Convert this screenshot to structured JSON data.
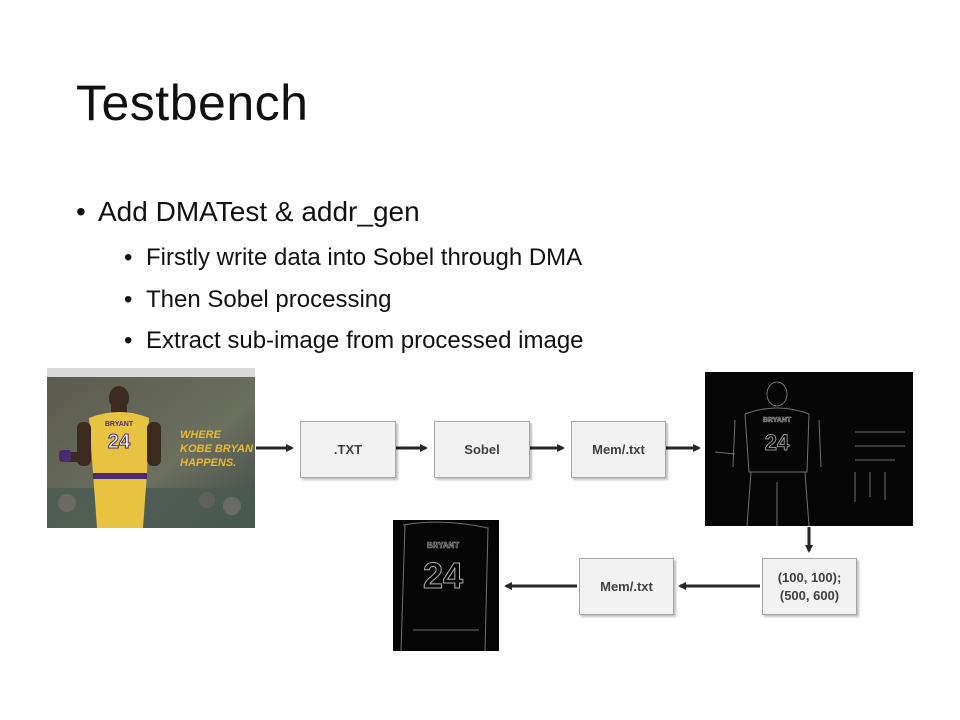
{
  "slide": {
    "title": "Testbench",
    "bullet": "Add DMATest & addr_gen",
    "sub_bullets": [
      "Firstly write data into Sobel through DMA",
      "Then Sobel processing",
      "Extract sub-image from processed image"
    ]
  },
  "diagram": {
    "box_txt": ".TXT",
    "box_sobel": "Sobel",
    "box_mem1": "Mem/.txt",
    "box_coords": "(100, 100);\n(500, 600)",
    "box_mem2": "Mem/.txt"
  },
  "photo_text": {
    "jersey_name": "BRYANT",
    "jersey_number": "24",
    "slogan": [
      "WHERE",
      "KOBE BRYAN",
      "HAPPENS."
    ]
  }
}
